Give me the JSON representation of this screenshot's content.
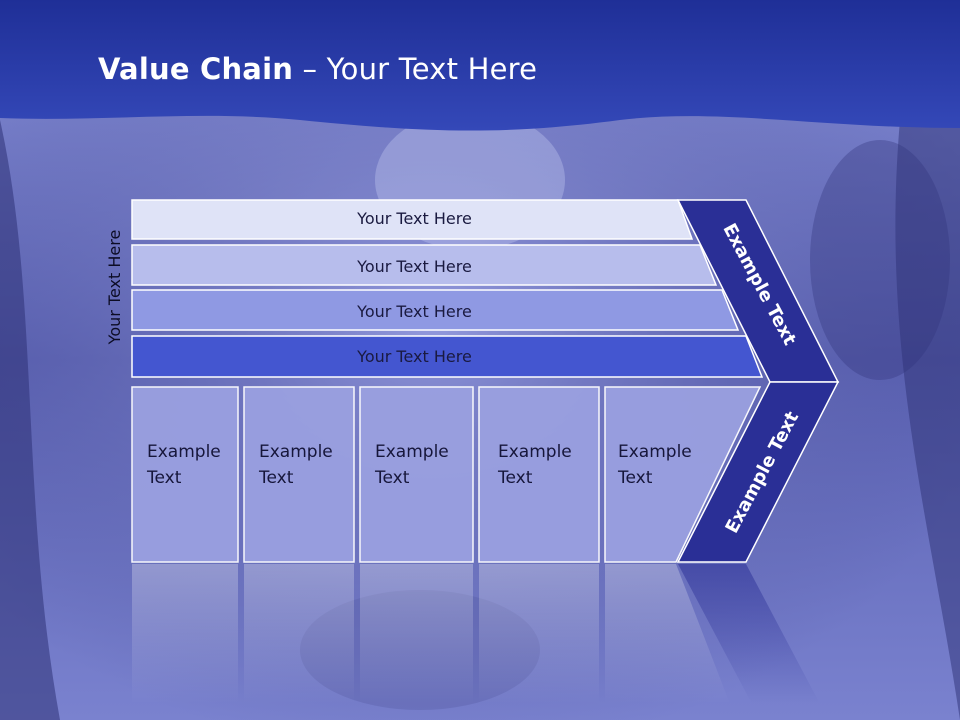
{
  "title": {
    "bold": "Value Chain",
    "rest": " – Your Text Here"
  },
  "side_label": "Your Text Here",
  "bands": [
    {
      "label": "Your Text Here",
      "color": "#dfe3f7"
    },
    {
      "label": "Your Text Here",
      "color": "#b7bdec"
    },
    {
      "label": "Your Text Here",
      "color": "#8f99e3"
    },
    {
      "label": "Your Text Here",
      "color": "#4456d0"
    }
  ],
  "columns": [
    {
      "line1": "Example",
      "line2": "Text"
    },
    {
      "line1": "Example",
      "line2": "Text"
    },
    {
      "line1": "Example",
      "line2": "Text"
    },
    {
      "line1": "Example",
      "line2": "Text"
    },
    {
      "line1": "Example",
      "line2": "Text"
    }
  ],
  "arrow_top_label": "Example Text",
  "arrow_bottom_label": "Example Text",
  "colors": {
    "header": "#2b3da8",
    "arrow": "#2a2f96",
    "column": "#9aa0e0"
  }
}
